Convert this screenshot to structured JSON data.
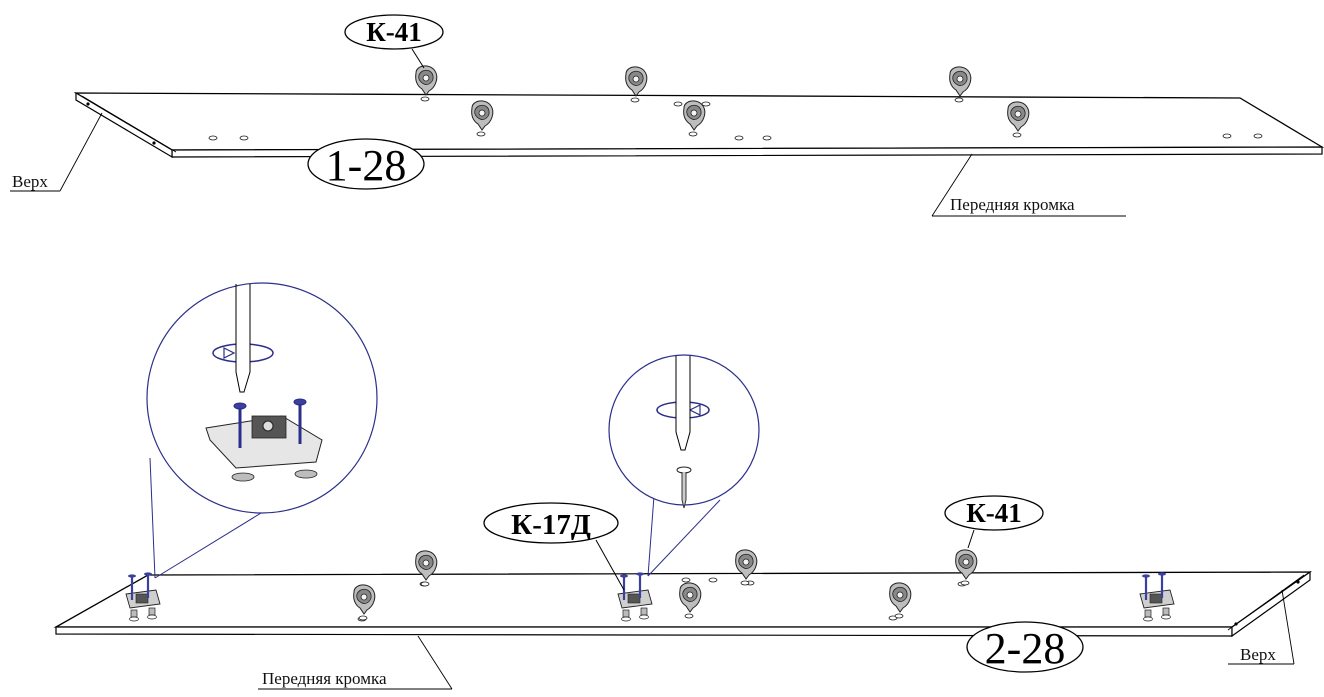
{
  "panel_top": {
    "part_label": "1-28",
    "fitting_label": "К-41",
    "side_label": "Верх",
    "edge_label": "Передняя кромка"
  },
  "panel_bottom": {
    "part_label": "2-28",
    "fitting_label_right": "К-41",
    "fitting_label_mid": "К-17Д",
    "side_label": "Верх",
    "edge_label": "Передняя кромка"
  },
  "colors": {
    "line": "#000000",
    "callout": "#2b2f8a",
    "screw": "#3b3f9e",
    "cam": "#8a8a8a"
  }
}
